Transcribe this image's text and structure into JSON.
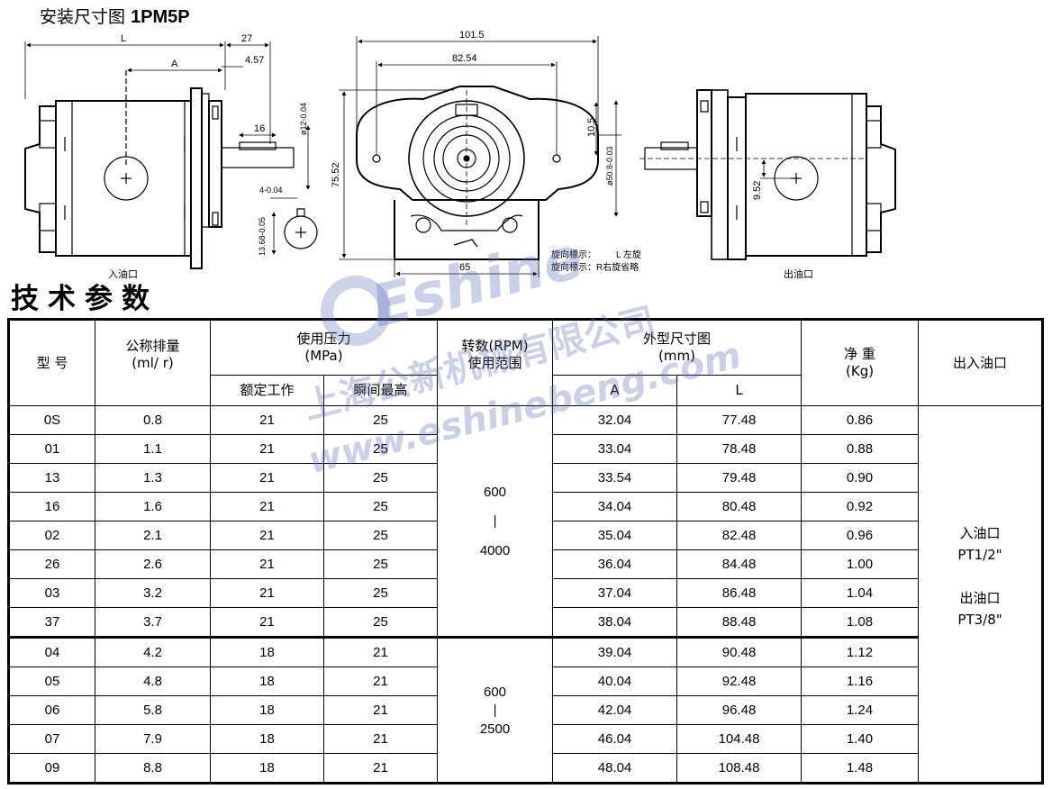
{
  "header": {
    "title_cn": "安装尺寸图",
    "model": "1PM5P"
  },
  "drawing": {
    "dims": {
      "L": "L",
      "A": "A",
      "d27": "27",
      "d457": "4.57",
      "d16": "16",
      "d12": "ø12-0.04",
      "d4": "4-0.04",
      "d1368": "13.68-0.05",
      "d1015": "101.5",
      "d8254": "82.54",
      "d7552": "75.52",
      "d105": "10.5",
      "d508": "ø50.8-0.03",
      "d65": "65",
      "d952": "9.52"
    },
    "labels": {
      "inlet": "入油口",
      "outlet": "出油口",
      "rot_left": "旋向標示：",
      "rot_left_val": "L 左旋",
      "rot_right": "旋向標示：R右旋省略"
    }
  },
  "section_title": "技术参数",
  "watermark": {
    "brand": "Eshine",
    "company": "上海公新机械有限公司",
    "url": "www.eshinebeng.com"
  },
  "table": {
    "headers": {
      "model": "型 号",
      "disp": "公称排量",
      "disp_unit": "(ml/ r)",
      "pressure": "使用压力",
      "pressure_unit": "(MPa)",
      "rated": "额定工作",
      "peak": "瞬间最高",
      "speed": "转数(RPM)",
      "speed_sub": "使用范围",
      "dim": "外型尺寸图",
      "dim_unit": "(mm)",
      "A": "A",
      "L": "L",
      "weight": "净 重",
      "weight_unit": "(Kg)",
      "ports": "出入油口"
    },
    "rows": [
      {
        "model": "0S",
        "disp": "0.8",
        "rated": "21",
        "peak": "25",
        "A": "32.04",
        "L": "77.48",
        "kg": "0.86"
      },
      {
        "model": "01",
        "disp": "1.1",
        "rated": "21",
        "peak": "25",
        "A": "33.04",
        "L": "78.48",
        "kg": "0.88"
      },
      {
        "model": "13",
        "disp": "1.3",
        "rated": "21",
        "peak": "25",
        "A": "33.54",
        "L": "79.48",
        "kg": "0.90"
      },
      {
        "model": "16",
        "disp": "1.6",
        "rated": "21",
        "peak": "25",
        "A": "34.04",
        "L": "80.48",
        "kg": "0.92"
      },
      {
        "model": "02",
        "disp": "2.1",
        "rated": "21",
        "peak": "25",
        "A": "35.04",
        "L": "82.48",
        "kg": "0.96"
      },
      {
        "model": "26",
        "disp": "2.6",
        "rated": "21",
        "peak": "25",
        "A": "36.04",
        "L": "84.48",
        "kg": "1.00"
      },
      {
        "model": "03",
        "disp": "3.2",
        "rated": "21",
        "peak": "25",
        "A": "37.04",
        "L": "86.48",
        "kg": "1.04"
      },
      {
        "model": "37",
        "disp": "3.7",
        "rated": "21",
        "peak": "25",
        "A": "38.04",
        "L": "88.48",
        "kg": "1.08"
      },
      {
        "model": "04",
        "disp": "4.2",
        "rated": "18",
        "peak": "21",
        "A": "39.04",
        "L": "90.48",
        "kg": "1.12"
      },
      {
        "model": "05",
        "disp": "4.8",
        "rated": "18",
        "peak": "21",
        "A": "40.04",
        "L": "92.48",
        "kg": "1.16"
      },
      {
        "model": "06",
        "disp": "5.8",
        "rated": "18",
        "peak": "21",
        "A": "42.04",
        "L": "96.48",
        "kg": "1.24"
      },
      {
        "model": "07",
        "disp": "7.9",
        "rated": "18",
        "peak": "21",
        "A": "46.04",
        "L": "104.48",
        "kg": "1.40"
      },
      {
        "model": "09",
        "disp": "8.8",
        "rated": "18",
        "peak": "21",
        "A": "48.04",
        "L": "108.48",
        "kg": "1.48"
      }
    ],
    "speed_groups": [
      {
        "low": "600",
        "sep": "|",
        "high": "4000"
      },
      {
        "low": "600",
        "sep": "|",
        "high": "2500"
      }
    ],
    "ports": {
      "inlet_label": "入油口",
      "inlet": "PT1/2\"",
      "outlet_label": "出油口",
      "outlet": "PT3/8\""
    }
  }
}
